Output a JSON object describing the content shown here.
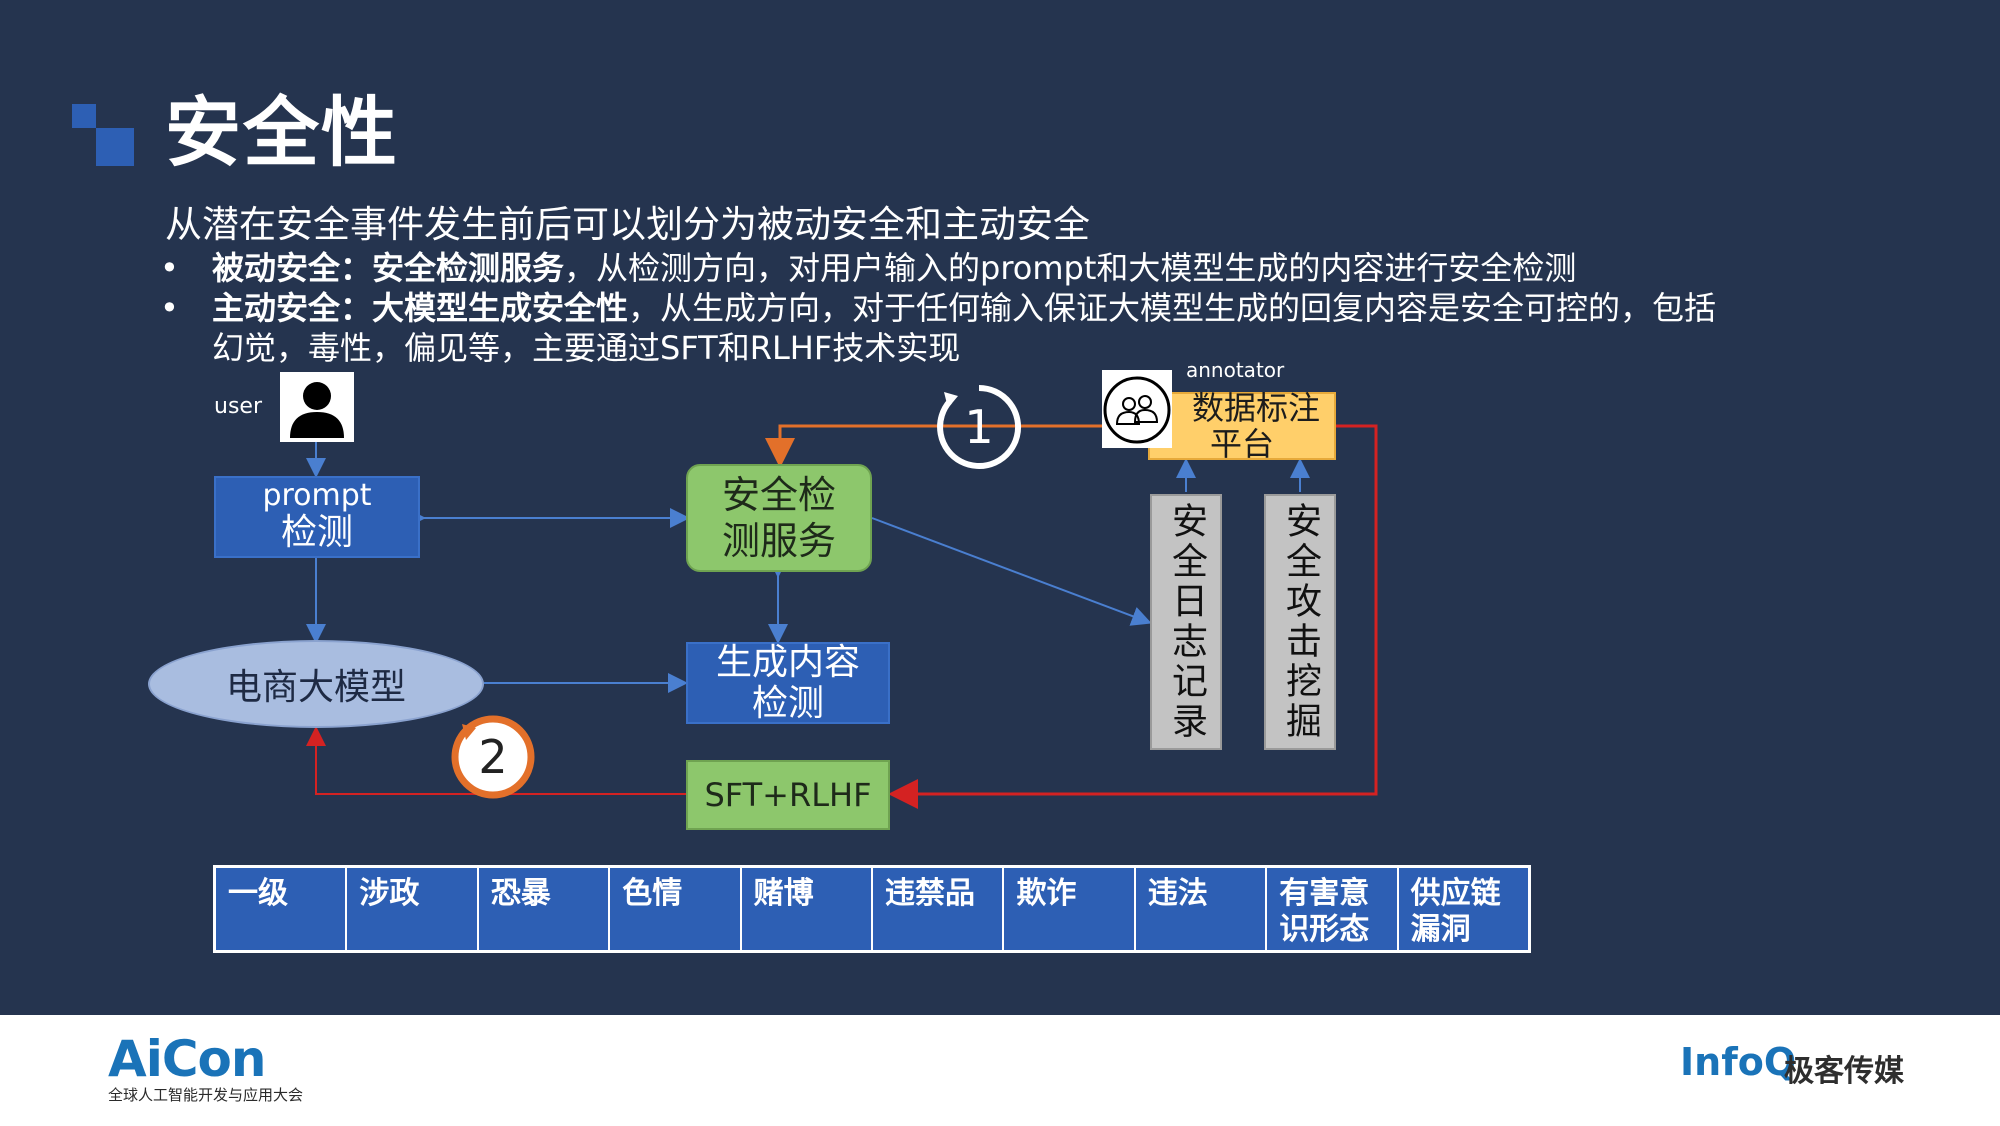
{
  "title": "安全性",
  "subtitle": "从潜在安全事件发生前后可以划分为被动安全和主动安全",
  "bullets": [
    {
      "bold": "被动安全：安全检测服务",
      "text": "，从检测方向，对用户输入的prompt和大模型生成的内容进行安全检测"
    },
    {
      "bold": "主动安全：大模型生成安全性",
      "text": "，从生成方向，对于任何输入保证大模型生成的回复内容是安全可控的，包括"
    }
  ],
  "bullet_continuation": "幻觉，毒性，偏见等，主要通过SFT和RLHF技术实现",
  "diagram": {
    "user_label": "user",
    "annotator_label": "annotator",
    "prompt_box": {
      "line1": "prompt",
      "line2": "检测"
    },
    "safety_service": {
      "line1": "安全检",
      "line2": "测服务"
    },
    "llm": "电商大模型",
    "gen_check": {
      "line1": "生成内容",
      "line2": "检测"
    },
    "sft": "SFT+RLHF",
    "labeling": {
      "line1": "数据标注",
      "line2": "平台"
    },
    "log_box": "安全日志记录",
    "attack_box": "安全攻击挖掘",
    "step1": "1",
    "step2": "2"
  },
  "categories": [
    "一级",
    "涉政",
    "恐暴",
    "色情",
    "赌博",
    "违禁品",
    "欺诈",
    "违法",
    "有害意识形态",
    "供应链漏洞"
  ],
  "footer": {
    "aicon_logo": "AiCon",
    "aicon_sub": "全球人工智能开发与应用大会",
    "infoq": "InfoQ",
    "geek": "极客传媒"
  },
  "colors": {
    "background": "#25344f",
    "blue_box": "#2d5fb4",
    "green_box": "#8dc76c",
    "gray_box": "#c3c3c3",
    "yellow_box": "#ffcf6a",
    "orange_arrow": "#e3702a",
    "red_arrow": "#d42222",
    "blue_arrow": "#4a7fd0"
  }
}
